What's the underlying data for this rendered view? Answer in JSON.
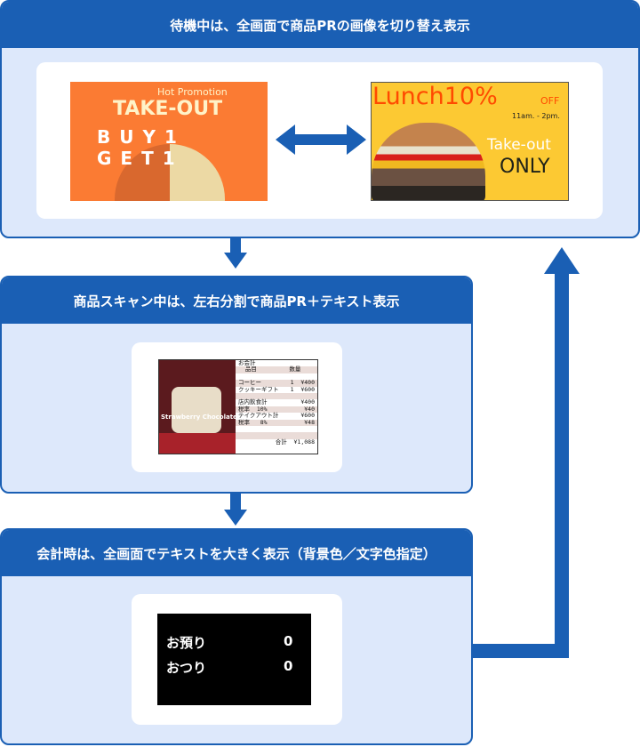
{
  "step1": {
    "title": "待機中は、全画面で商品PRの画像を切り替え表示",
    "image1": {
      "subtitle": "Hot Promotion",
      "title": "TAKE-OUT",
      "arc_text": "BUY1 GET1"
    },
    "image2": {
      "headline": "Lunch10%",
      "off": "OFF",
      "hours": "11am. - 2pm.",
      "takeout": "Take-out",
      "only": "ONLY"
    }
  },
  "step2": {
    "title": "商品スキャン中は、左右分割で商品PR＋テキスト表示",
    "promo_label": "Strawberry Chocolate",
    "receipt": [
      {
        "l": "お会計",
        "r": ""
      },
      {
        "l": "  品目",
        "r": "数量    "
      },
      {
        "l": "",
        "r": ""
      },
      {
        "l": "コーヒー",
        "r": "1  ¥400"
      },
      {
        "l": "クッキーギフト",
        "r": "1  ¥600"
      },
      {
        "l": "",
        "r": ""
      },
      {
        "l": "店内飲食計",
        "r": "¥400"
      },
      {
        "l": "税率  10%",
        "r": "¥40"
      },
      {
        "l": "テイクアウト計",
        "r": "¥600"
      },
      {
        "l": "税率   8%",
        "r": "¥48"
      },
      {
        "l": "",
        "r": ""
      },
      {
        "l": "",
        "r": ""
      },
      {
        "l": "",
        "r": "合計  ¥1,088"
      }
    ]
  },
  "step3": {
    "title": "会計時は、全画面でテキストを大きく表示（背景色／文字色指定）",
    "rows": [
      {
        "label": "お預り",
        "value": "0"
      },
      {
        "label": "おつり",
        "value": "0"
      }
    ]
  },
  "colors": {
    "primary": "#1a5fb4",
    "panel_bg": "#dde8fb"
  }
}
